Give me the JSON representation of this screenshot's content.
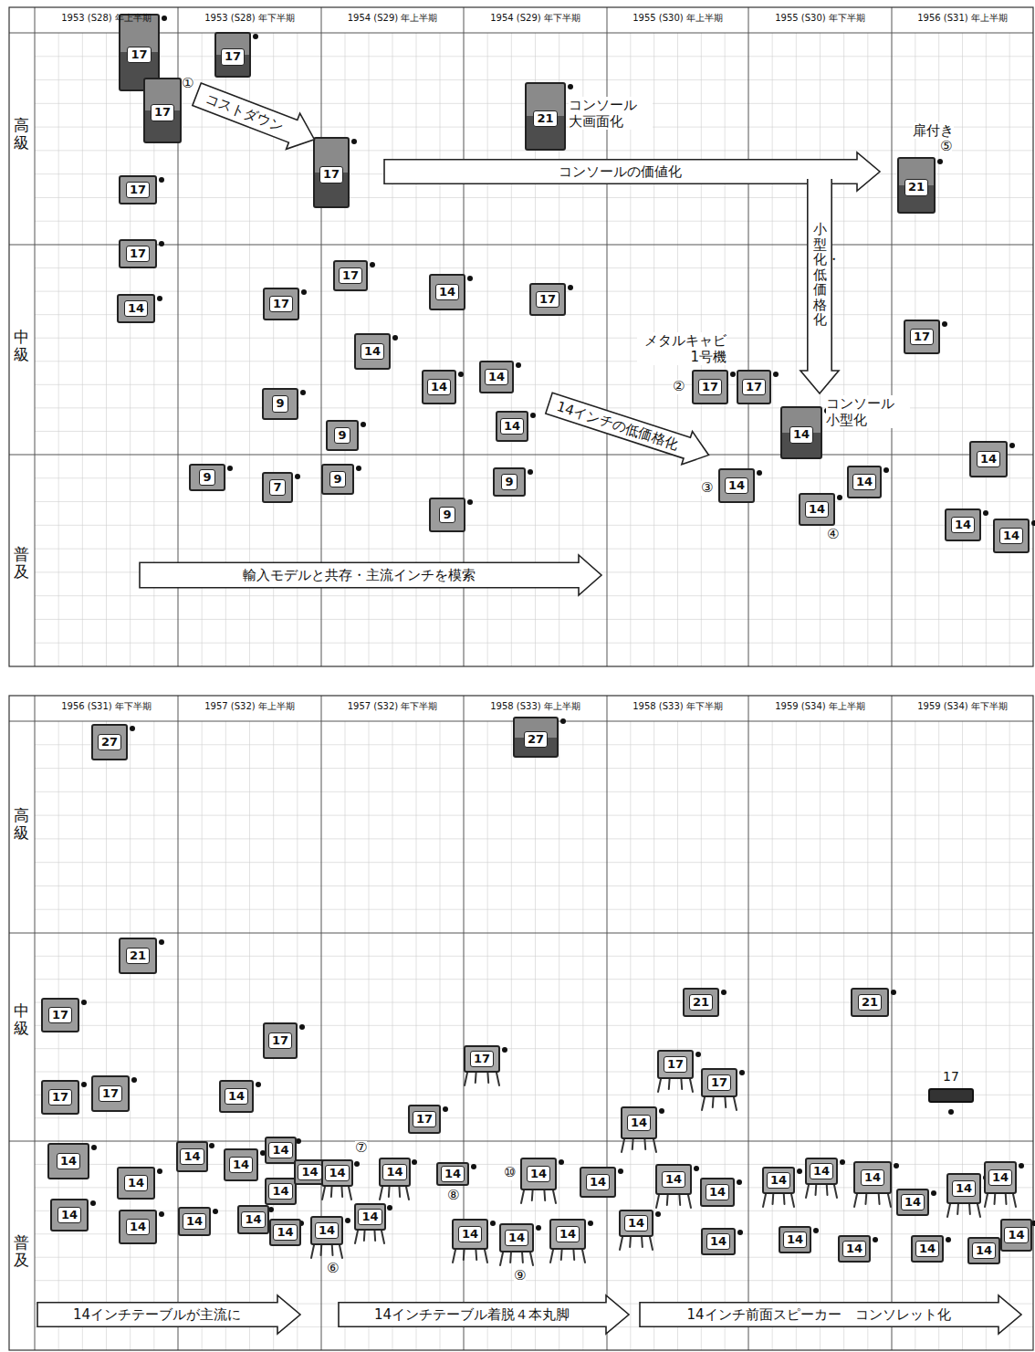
{
  "diagram": {
    "nodes": [
      {
        "text": [
          "17"
        ]
      },
      {
        "text": [
          "17"
        ]
      },
      {
        "text": [
          "17"
        ]
      },
      {
        "text": [
          "17"
        ]
      },
      {
        "text": [
          "14"
        ]
      },
      {
        "text": [
          "17"
        ]
      },
      {
        "text": [
          "17"
        ]
      },
      {
        "text": [
          "9"
        ]
      },
      {
        "text": [
          "9"
        ]
      },
      {
        "text": [
          "7"
        ]
      },
      {
        "text": [
          "17"
        ]
      },
      {
        "text": [
          "17"
        ]
      },
      {
        "text": [
          "14"
        ]
      },
      {
        "text": [
          "9"
        ]
      },
      {
        "text": [
          "9"
        ]
      },
      {
        "text": [
          "14"
        ]
      },
      {
        "text": [
          "14"
        ]
      },
      {
        "text": [
          "9"
        ]
      },
      {
        "text": [
          "21"
        ]
      },
      {
        "text": [
          "17"
        ]
      },
      {
        "text": [
          "14"
        ]
      },
      {
        "text": [
          "14"
        ]
      },
      {
        "text": [
          "9"
        ]
      },
      {
        "text": [
          "17"
        ]
      },
      {
        "text": [
          "17"
        ]
      },
      {
        "text": [
          "14"
        ]
      },
      {
        "text": [
          "14"
        ]
      },
      {
        "text": [
          "14"
        ]
      },
      {
        "text": [
          "14"
        ]
      },
      {
        "text": [
          "21"
        ]
      },
      {
        "text": [
          "17"
        ]
      },
      {
        "text": [
          "14"
        ]
      },
      {
        "text": [
          "14"
        ]
      },
      {
        "text": [
          "14"
        ]
      },
      {
        "text": [
          "コストダウン"
        ]
      },
      {
        "text": [
          "コンソールの価値化"
        ]
      },
      {
        "text": [
          "小型化・低価格化"
        ]
      },
      {
        "text": [
          "14インチの低価格化"
        ]
      },
      {
        "text": [
          "輸入モデルと共存・主流インチを模索"
        ]
      },
      {
        "text": [
          "27"
        ]
      },
      {
        "text": [
          "21"
        ]
      },
      {
        "text": [
          "17"
        ]
      },
      {
        "text": [
          "17"
        ]
      },
      {
        "text": [
          "17"
        ]
      },
      {
        "text": [
          "14"
        ]
      },
      {
        "text": [
          "14"
        ]
      },
      {
        "text": [
          "14"
        ]
      },
      {
        "text": [
          "14"
        ]
      },
      {
        "text": [
          "17"
        ]
      },
      {
        "text": [
          "14"
        ]
      },
      {
        "text": [
          "14"
        ]
      },
      {
        "text": [
          "14"
        ]
      },
      {
        "text": [
          "14"
        ]
      },
      {
        "text": [
          "14"
        ]
      },
      {
        "text": [
          "14"
        ]
      },
      {
        "text": [
          "14"
        ]
      },
      {
        "text": [
          "14"
        ]
      },
      {
        "text": [
          "14"
        ]
      },
      {
        "text": [
          "14"
        ]
      },
      {
        "text": [
          "14"
        ]
      },
      {
        "text": [
          "14"
        ]
      },
      {
        "text": [
          "14"
        ]
      },
      {
        "text": [
          "17"
        ]
      },
      {
        "text": [
          "14"
        ]
      },
      {
        "text": [
          "17"
        ]
      },
      {
        "text": [
          "14"
        ]
      },
      {
        "text": [
          "14"
        ]
      },
      {
        "text": [
          "14"
        ]
      },
      {
        "text": [
          "14"
        ]
      },
      {
        "text": [
          "14"
        ]
      },
      {
        "text": [
          "27"
        ]
      },
      {
        "text": [
          "14"
        ]
      },
      {
        "text": [
          "14"
        ]
      },
      {
        "text": [
          "14"
        ]
      },
      {
        "text": [
          "21"
        ]
      },
      {
        "text": [
          "17"
        ]
      },
      {
        "text": [
          "17"
        ]
      },
      {
        "text": [
          "14"
        ]
      },
      {
        "text": [
          "14"
        ]
      },
      {
        "text": [
          "14"
        ]
      },
      {
        "text": [
          "14"
        ]
      },
      {
        "text": [
          "14"
        ]
      },
      {
        "text": [
          "14"
        ]
      },
      {
        "text": [
          "14"
        ]
      },
      {
        "text": [
          "21"
        ]
      },
      {
        "text": [
          "14"
        ]
      },
      {
        "text": [
          "14"
        ]
      },
      {
        "text": [
          "14"
        ]
      },
      {
        "text": [
          "14"
        ]
      },
      {
        "text": [
          "14"
        ]
      },
      {
        "text": [
          "14"
        ]
      },
      {
        "text": [
          "17"
        ]
      },
      {
        "text": [
          "14インチテーブルが主流に"
        ]
      },
      {
        "text": [
          "14インチテーブル着脱４本丸脚"
        ]
      },
      {
        "text": [
          "14インチ前面スピーカー　コンソレット化"
        ]
      }
    ],
    "labels": [
      "1953 (S28) 年上半期",
      "1953 (S28) 年下半期",
      "1954 (S29) 年上半期",
      "1954 (S29) 年下半期",
      "1955 (S30) 年上半期",
      "1955 (S30) 年下半期",
      "1956 (S31) 年上半期",
      "高級",
      "中級",
      "普及",
      "コンソール 大画面化",
      "メタルキャビ 1号機",
      "コンソール 小型化",
      "扉付き",
      "①",
      "②",
      "③",
      "④",
      "⑤",
      "1956 (S31) 年下半期",
      "1957 (S32) 年上半期",
      "1957 (S32) 年下半期",
      "1958 (S33) 年上半期",
      "1958 (S33) 年下半期",
      "1959 (S34) 年上半期",
      "1959 (S34) 年下半期",
      "高級",
      "中級",
      "普及",
      "⑥",
      "⑦",
      "⑧",
      "⑨",
      "⑩"
    ]
  }
}
